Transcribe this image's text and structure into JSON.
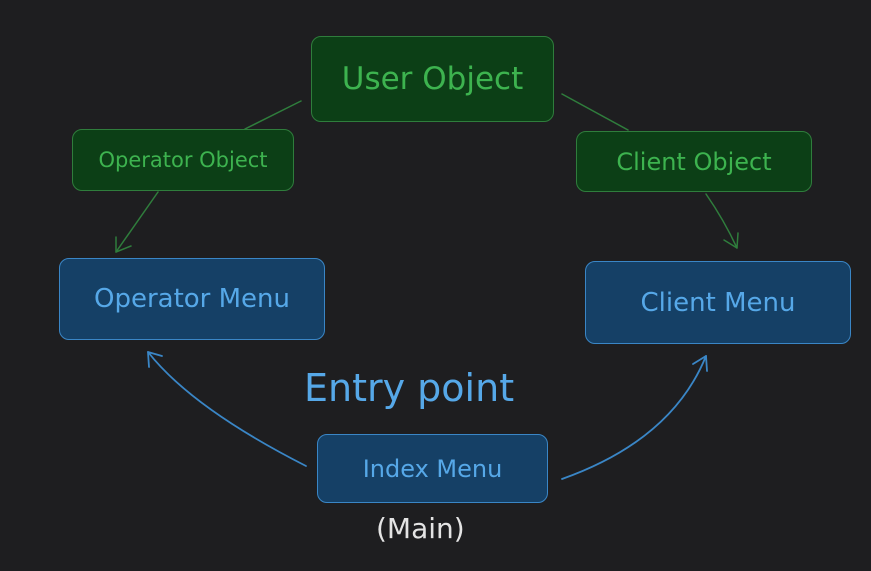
{
  "nodes": {
    "user_object": "User Object",
    "operator_object": "Operator Object",
    "client_object": "Client Object",
    "operator_menu": "Operator Menu",
    "client_menu": "Client Menu",
    "index_menu": "Index Menu"
  },
  "annotations": {
    "entry_point": "Entry point",
    "main": "(Main)"
  },
  "colors": {
    "background": "#1e1e20",
    "green_fill": "#0c3f16",
    "green_stroke": "#2f7d3c",
    "green_text": "#3db34f",
    "blue_fill": "#154066",
    "blue_stroke": "#3a86c6",
    "blue_text": "#56a8e8",
    "caption_text": "#e4e4e4"
  },
  "edges": [
    {
      "from": "user_object",
      "to": "operator_object",
      "arrowhead": false
    },
    {
      "from": "user_object",
      "to": "client_object",
      "arrowhead": false
    },
    {
      "from": "operator_object",
      "to": "operator_menu",
      "arrowhead": true
    },
    {
      "from": "client_object",
      "to": "client_menu",
      "arrowhead": true
    },
    {
      "from": "index_menu",
      "to": "operator_menu",
      "arrowhead": true
    },
    {
      "from": "index_menu",
      "to": "client_menu",
      "arrowhead": true
    }
  ]
}
